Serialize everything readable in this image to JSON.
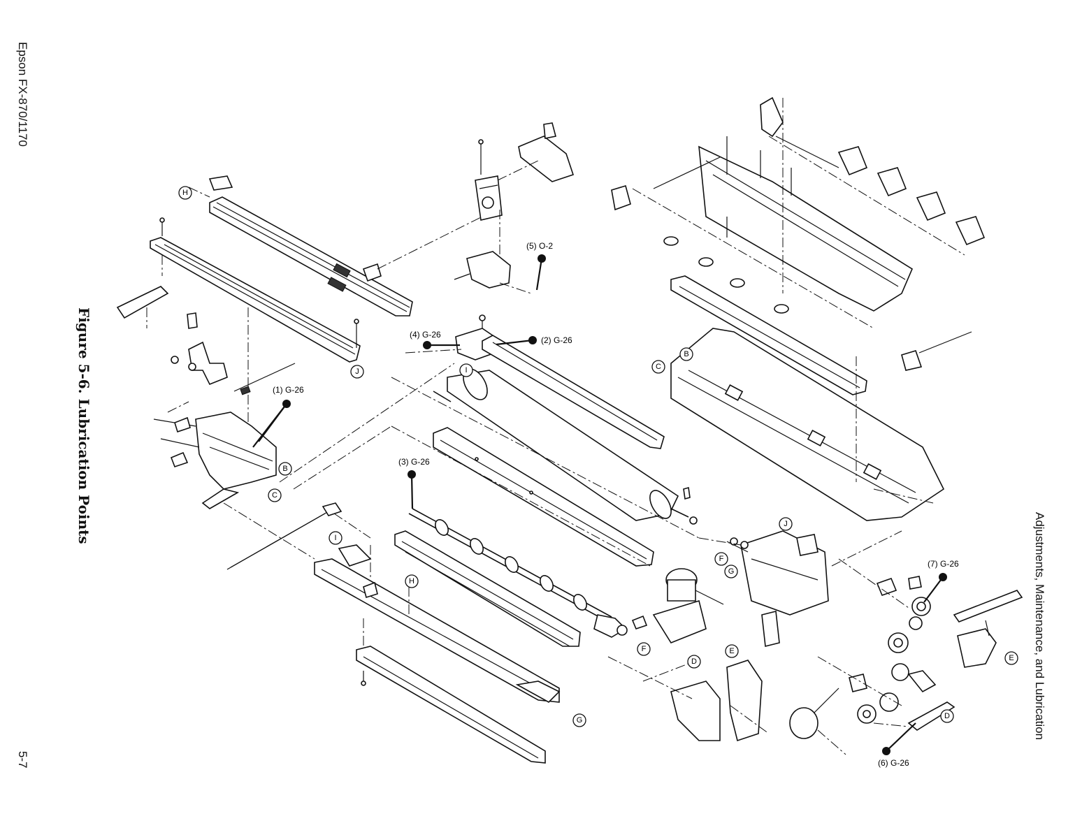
{
  "header": {
    "left": "Epson FX-870/1170",
    "right": "Adjustments, Maintenance, and Lubrication"
  },
  "page_number": "5-7",
  "figure": {
    "caption": "Figure 5-6.  Lubrication Points"
  },
  "lubrication_points": [
    {
      "id": "1",
      "label": "(1) G-26"
    },
    {
      "id": "2",
      "label": "(2) G-26"
    },
    {
      "id": "3",
      "label": "(3) G-26"
    },
    {
      "id": "4",
      "label": "(4) G-26"
    },
    {
      "id": "5",
      "label": "(5) O-2"
    },
    {
      "id": "6",
      "label": "(6) G-26"
    },
    {
      "id": "7",
      "label": "(7) G-26"
    }
  ],
  "callout_letters": [
    "H",
    "J",
    "B",
    "C",
    "I",
    "H",
    "G",
    "F",
    "D",
    "E",
    "J",
    "F",
    "G",
    "B",
    "C",
    "D",
    "E",
    "I"
  ]
}
